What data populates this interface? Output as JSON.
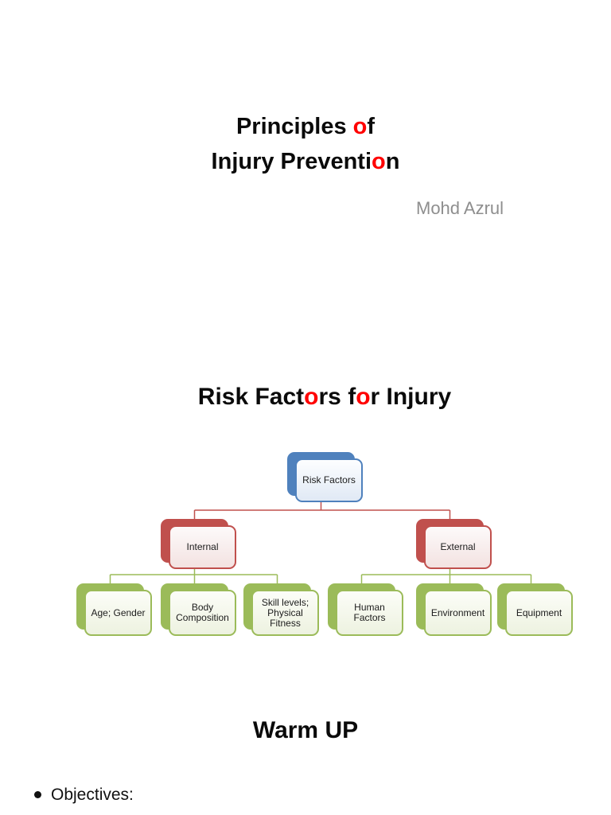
{
  "page": {
    "background": "#ffffff"
  },
  "slide1": {
    "title_lines": [
      {
        "segments": [
          {
            "t": "Principles ",
            "c": "#0a0a0a"
          },
          {
            "t": "o",
            "c": "#ff0000"
          },
          {
            "t": "f",
            "c": "#0a0a0a"
          }
        ]
      },
      {
        "segments": [
          {
            "t": "Injury Preventi",
            "c": "#0a0a0a"
          },
          {
            "t": "o",
            "c": "#ff0000"
          },
          {
            "t": "n",
            "c": "#0a0a0a"
          }
        ]
      }
    ],
    "author": "Mohd Azrul",
    "author_color": "#8e8e8e"
  },
  "slide2": {
    "title_segments": [
      {
        "t": "Risk Fact",
        "c": "#0a0a0a"
      },
      {
        "t": "o",
        "c": "#ff0000"
      },
      {
        "t": "rs f",
        "c": "#0a0a0a"
      },
      {
        "t": "o",
        "c": "#ff0000"
      },
      {
        "t": "r Injury",
        "c": "#0a0a0a"
      }
    ],
    "diagram": {
      "type": "hierarchy",
      "colors": {
        "blue": "#4f81bd",
        "red": "#c0504d",
        "green": "#9bbb59",
        "connector_red": "#c0504d",
        "connector_green": "#9bbb59"
      },
      "nodes": [
        {
          "id": "risk-factors",
          "label": "Risk Factors",
          "scheme": "blue",
          "parent": null
        },
        {
          "id": "internal",
          "label": "Internal",
          "scheme": "red",
          "parent": "risk-factors"
        },
        {
          "id": "external",
          "label": "External",
          "scheme": "red",
          "parent": "risk-factors"
        },
        {
          "id": "age-gender",
          "label": "Age; Gender",
          "scheme": "green",
          "parent": "internal"
        },
        {
          "id": "body-composition",
          "label": "Body Composition",
          "scheme": "green",
          "parent": "internal"
        },
        {
          "id": "skill-levels",
          "label": "Skill levels; Physical Fitness",
          "scheme": "green",
          "parent": "internal"
        },
        {
          "id": "human-factors",
          "label": "Human Factors",
          "scheme": "green",
          "parent": "external"
        },
        {
          "id": "environment",
          "label": "Environment",
          "scheme": "green",
          "parent": "external"
        },
        {
          "id": "equipment",
          "label": "Equipment",
          "scheme": "green",
          "parent": "external"
        }
      ]
    }
  },
  "slide3": {
    "title": "Warm UP",
    "bullets": [
      "Objectives:"
    ]
  }
}
